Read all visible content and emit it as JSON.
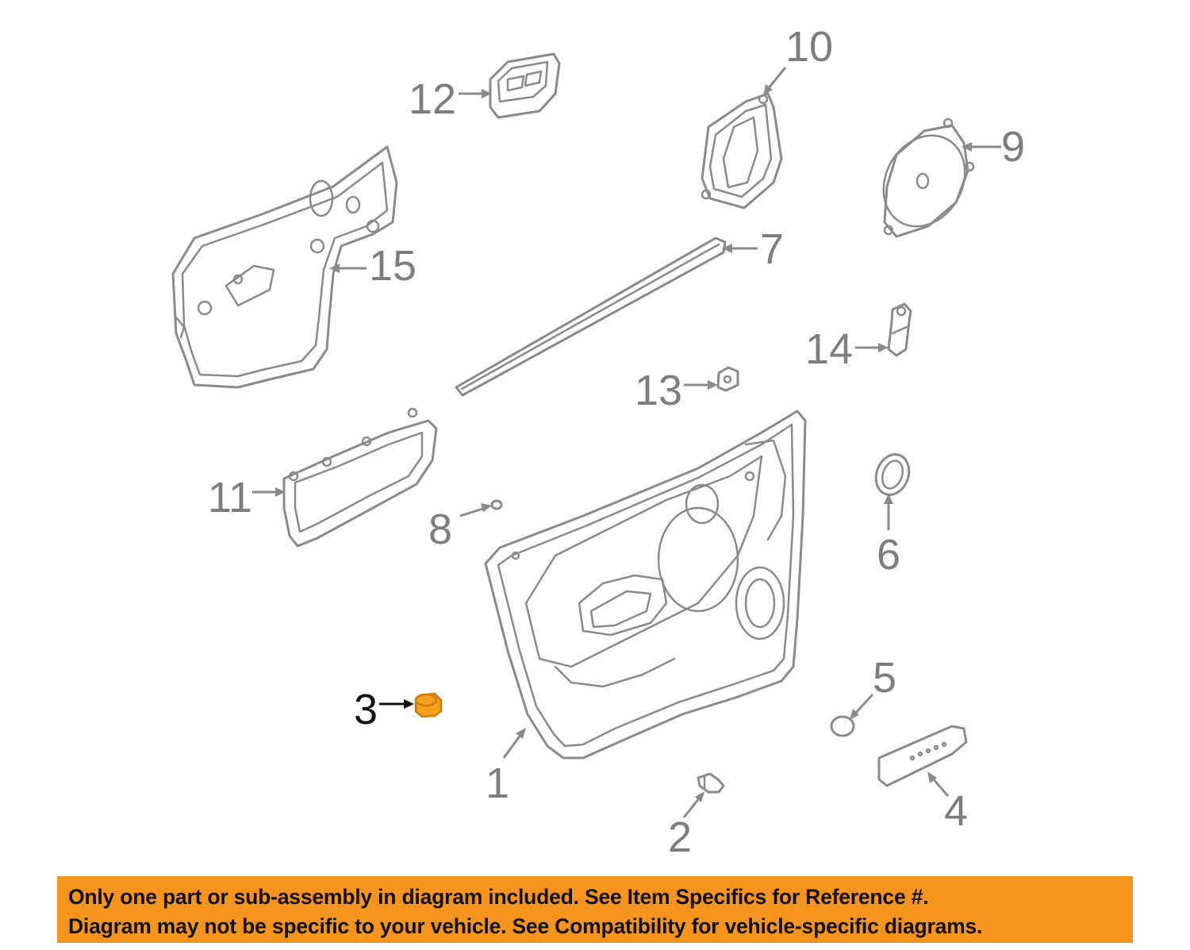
{
  "callouts": {
    "c1": "1",
    "c2": "2",
    "c3": "3",
    "c4": "4",
    "c5": "5",
    "c6": "6",
    "c7": "7",
    "c8": "8",
    "c9": "9",
    "c10": "10",
    "c11": "11",
    "c12": "12",
    "c13": "13",
    "c14": "14",
    "c15": "15"
  },
  "highlighted_callout": "3",
  "colors": {
    "highlight_part": "#f3a21d",
    "banner_background": "#f7941d",
    "line_art": "#8a8a8a"
  },
  "notice": {
    "line1": "Only one part or sub-assembly in diagram included. See Item Specifics for Reference #.",
    "line2": "Diagram may not be specific to your vehicle. See Compatibility for vehicle-specific diagrams."
  }
}
